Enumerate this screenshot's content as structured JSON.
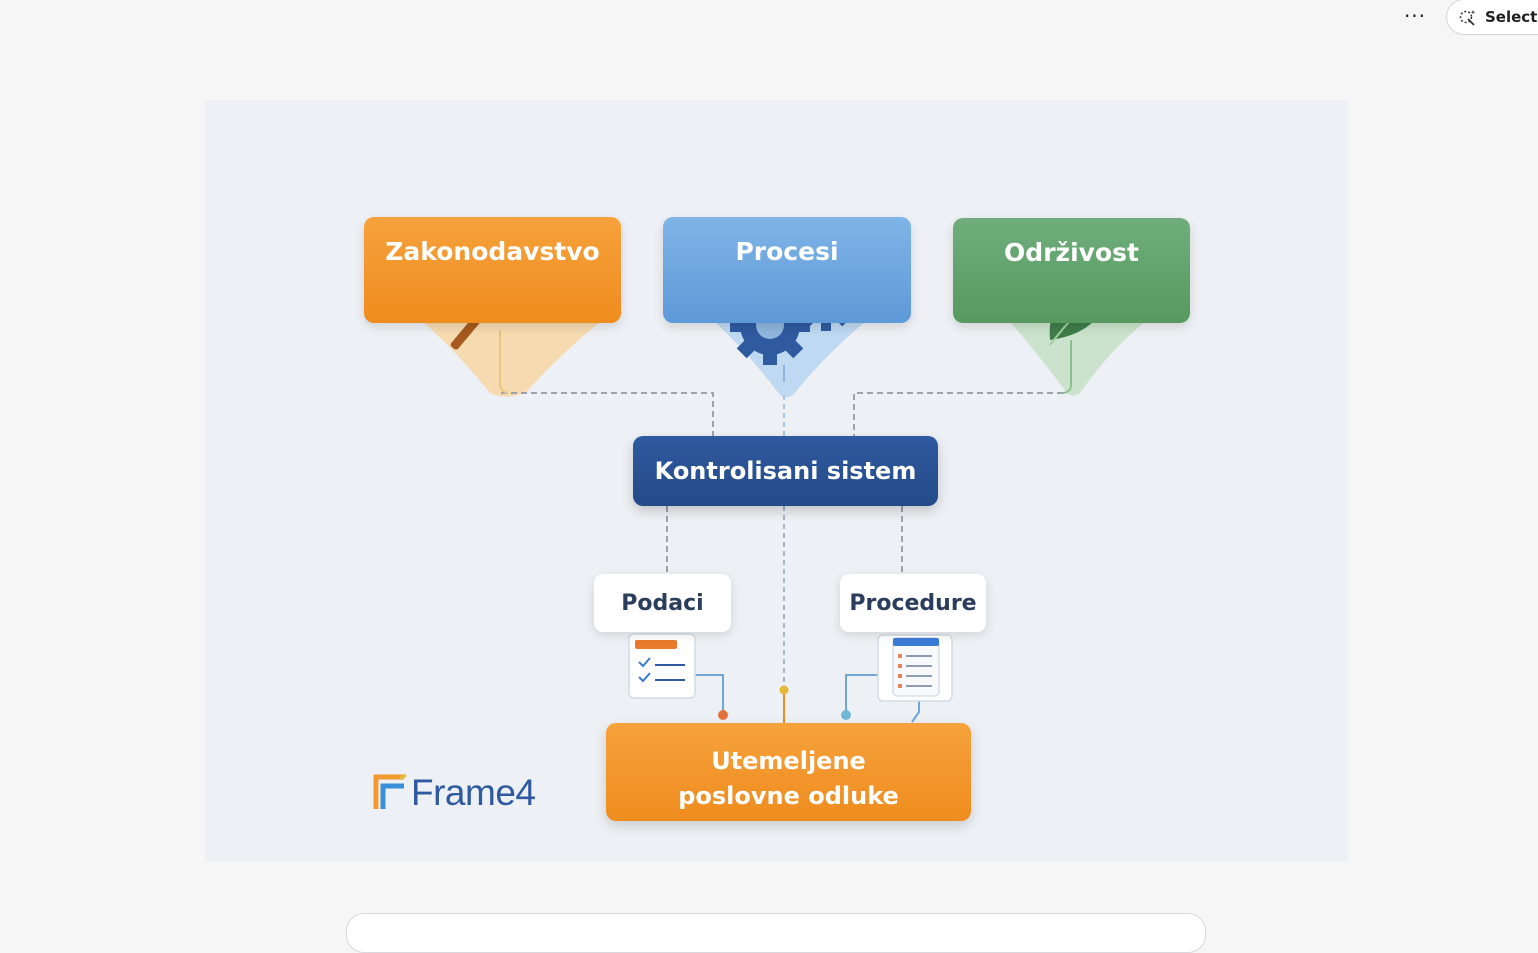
{
  "toolbar": {
    "more_icon": "more-horizontal-icon",
    "more_glyph": "···",
    "select_icon": "magic-select-icon",
    "select_label": "Select a"
  },
  "diagram": {
    "boxes": {
      "zakonodavstvo": "Zakonodavstvo",
      "procesi": "Procesi",
      "odrzivost": "Održivost",
      "kontrolisani_sistem": "Kontrolisani sistem",
      "podaci": "Podaci",
      "procedure": "Procedure",
      "utemeljene_line1": "Utemeljene",
      "utemeljene_line2": "poslovne odluke"
    },
    "icons": {
      "zakonodavstvo": "gavel-icon",
      "procesi": "gears-icon",
      "odrzivost": "leaf-icon",
      "podaci": "checklist-icon",
      "procedure": "document-list-icon"
    },
    "colors": {
      "orange": "#f39a2e",
      "blue": "#6aa5dd",
      "green": "#62a46e",
      "navy": "#2a5196"
    }
  },
  "logo": {
    "text": "Frame4"
  }
}
